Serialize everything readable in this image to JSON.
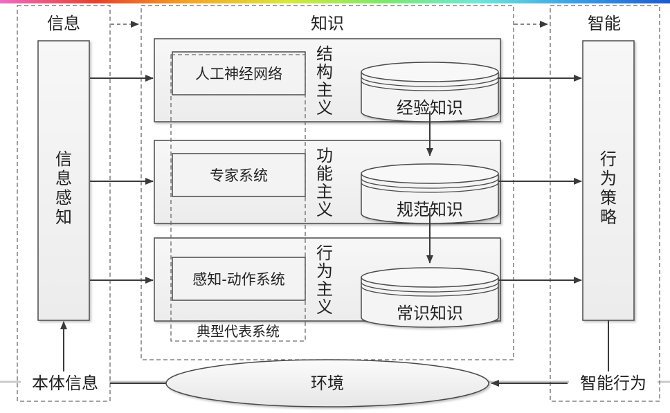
{
  "colors": {
    "top_gradient": [
      "#f06ac8",
      "#e8402a",
      "#f5a623",
      "#d8e83a",
      "#7de86a",
      "#6de8d8",
      "#3aa0e8",
      "#1a5ad0"
    ],
    "stroke": "#3a3a3a",
    "dashed": "#6a6a6a",
    "box_fill": "#f0f0f0"
  },
  "columns": {
    "info": {
      "title": "信息"
    },
    "knowledge": {
      "title": "知识"
    },
    "intelligence": {
      "title": "智能"
    }
  },
  "info_box": {
    "label": "信息感知"
  },
  "strategy_box": {
    "label": "行为策略"
  },
  "rows": [
    {
      "school": "结构主义",
      "system": "人工神经网络",
      "knowledge": "经验知识"
    },
    {
      "school": "功能主义",
      "system": "专家系统",
      "knowledge": "规范知识"
    },
    {
      "school": "行为主义",
      "system": "感知-动作系统",
      "knowledge": "常识知识"
    }
  ],
  "representative_systems_label": "典型代表系统",
  "bottom": {
    "left": "本体信息",
    "center": "环境",
    "right": "智能行为"
  }
}
